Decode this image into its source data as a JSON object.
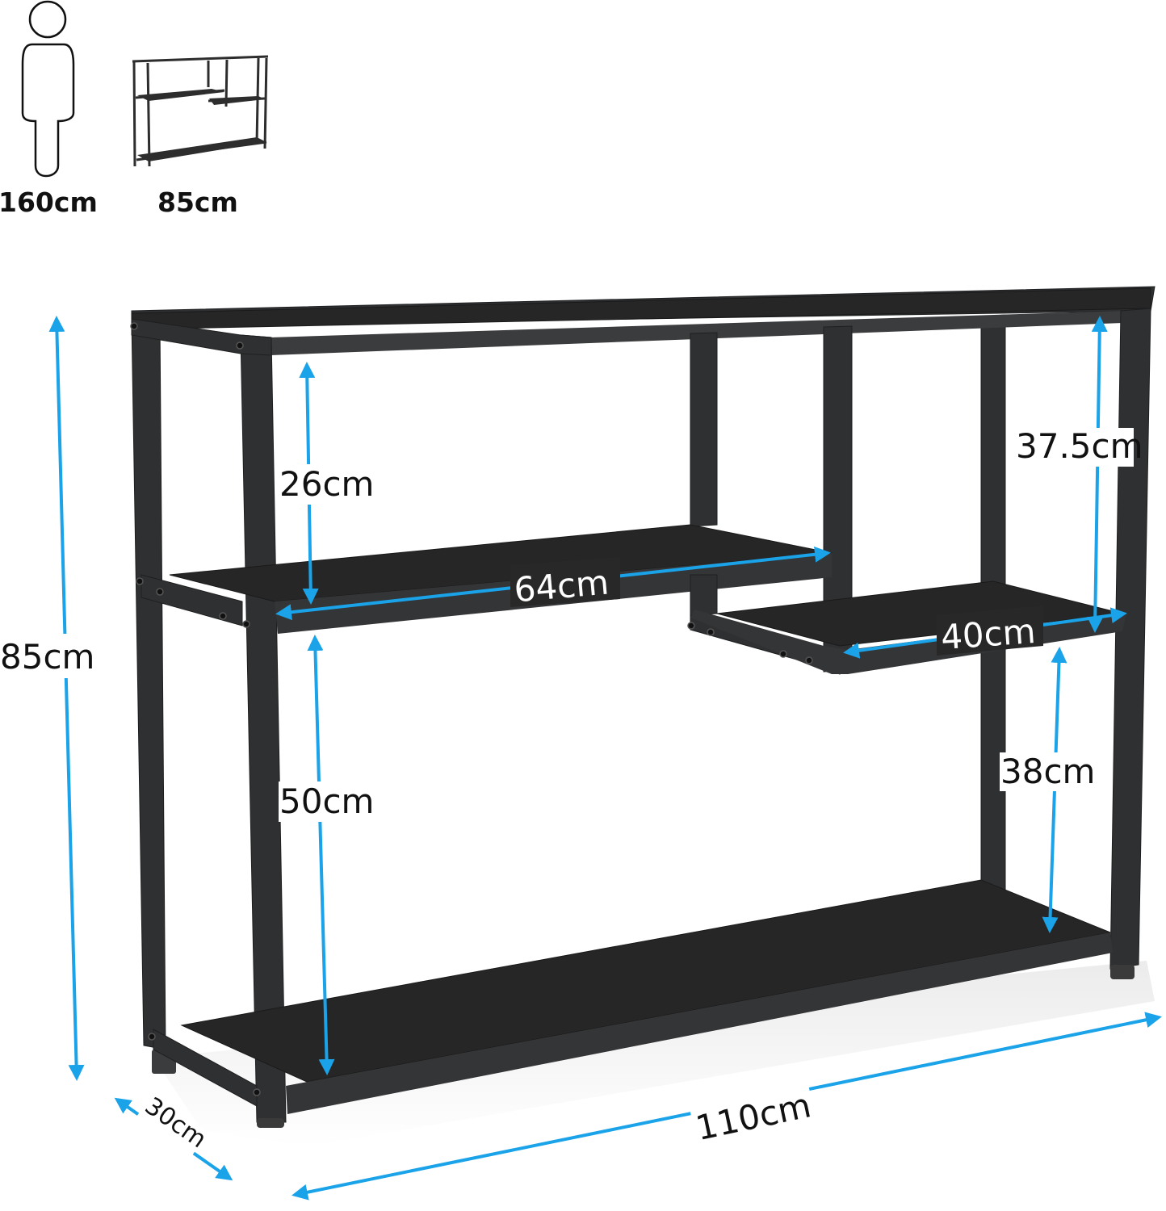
{
  "scale_reference": {
    "person": {
      "icon": "person-outline-icon",
      "height_label": "160cm"
    },
    "product_thumbnail": {
      "icon": "console-table-thumbnail-icon",
      "height_label": "85cm"
    }
  },
  "colors": {
    "dimension_arrow": "#1aa3e8",
    "frame": "#2f3032",
    "shelf": "#262627",
    "background": "#ffffff",
    "label_text": "#111111",
    "label_on_shelf": "#ffffff"
  },
  "dimensions": {
    "total_height": "85cm",
    "top_left_clearance": "26cm",
    "top_right_clearance": "37.5cm",
    "middle_left_shelf_width": "64cm",
    "middle_right_shelf_width": "40cm",
    "bottom_left_clearance": "50cm",
    "bottom_right_clearance": "38cm",
    "depth": "30cm",
    "total_width": "110cm"
  }
}
